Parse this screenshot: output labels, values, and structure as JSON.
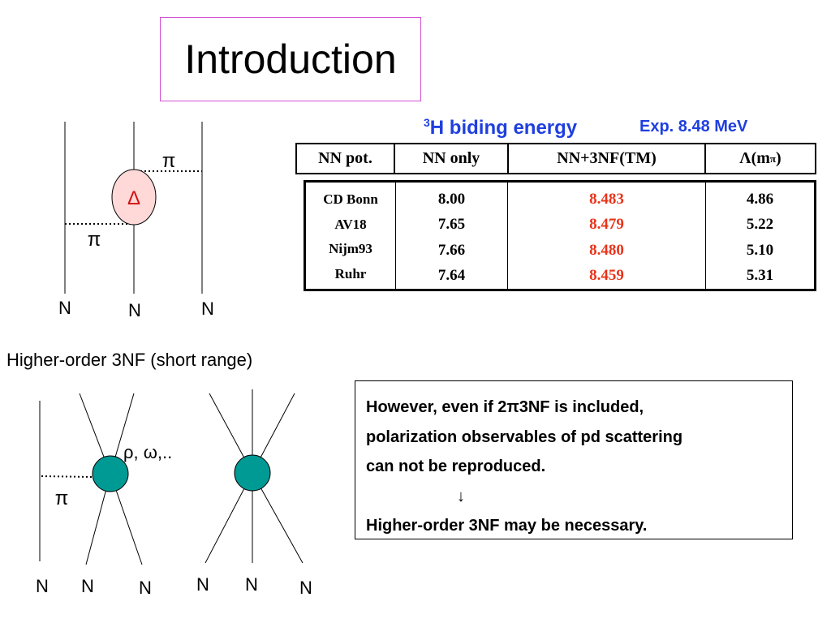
{
  "slide": {
    "title": "Introduction",
    "binding_heading": {
      "superscript": "3",
      "text": "H biding energy"
    },
    "exp_value": "Exp. 8.48 MeV",
    "table_header": {
      "col1": "NN pot.",
      "col2": "NN only",
      "col3": "NN+3NF(TM)",
      "col4_prefix": "Λ(m",
      "col4_sub": "π",
      "col4_suffix": ")"
    },
    "table_rows": [
      {
        "pot": "CD Bonn",
        "nn_only": "8.00",
        "nn_3nf": "8.483",
        "lambda": "4.86"
      },
      {
        "pot": "AV18",
        "nn_only": "7.65",
        "nn_3nf": "8.479",
        "lambda": "5.22"
      },
      {
        "pot": "Nijm93",
        "nn_only": "7.66",
        "nn_3nf": "8.480",
        "lambda": "5.10"
      },
      {
        "pot": "Ruhr",
        "nn_only": "7.64",
        "nn_3nf": "8.459",
        "lambda": "5.31"
      }
    ],
    "short_range_label": "Higher-order 3NF (short range)",
    "note": {
      "line1": "However, even if 2π3NF is included,",
      "line2": "polarization observables of pd scattering",
      "line3": "can not be reproduced.",
      "arrow": "↓",
      "line4": "Higher-order 3NF may be necessary."
    },
    "diagram1": {
      "delta_label": "Δ",
      "pi_top": "π",
      "pi_bottom": "π",
      "n_labels": [
        "N",
        "N",
        "N"
      ],
      "delta_fill": "#ffd8d8",
      "delta_label_color": "#d01010"
    },
    "diagram2": {
      "meson_label": "ρ, ω,..",
      "pi_label": "π",
      "n_labels": [
        "N",
        "N",
        "N"
      ],
      "blob_color": "#009a94"
    },
    "diagram3": {
      "n_labels": [
        "N",
        "N",
        "N"
      ],
      "blob_color": "#009a94"
    },
    "colors": {
      "heading_blue": "#1f3fe0",
      "highlight_red": "#e8331a",
      "title_border": "#d24fd2"
    }
  }
}
